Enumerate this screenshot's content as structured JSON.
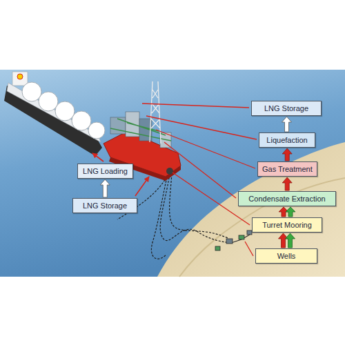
{
  "diagram": {
    "nodes": [
      {
        "text": [
          "LNG Storage"
        ]
      },
      {
        "text": [
          "Liquefaction"
        ]
      },
      {
        "text": [
          "Gas Treatment"
        ]
      },
      {
        "text": [
          "LNG Loading"
        ]
      },
      {
        "text": [
          "Condensate Extraction"
        ]
      },
      {
        "text": [
          "LNG Storage"
        ]
      },
      {
        "text": [
          "Turret Mooring"
        ]
      },
      {
        "text": [
          "Wells"
        ]
      }
    ],
    "edges": [
      {
        "from": 7,
        "to": 6,
        "arrow": "to"
      },
      {
        "from": 7,
        "to": 6,
        "arrow": "to"
      },
      {
        "from": 6,
        "to": 4,
        "arrow": "to"
      },
      {
        "from": 6,
        "to": 4,
        "arrow": "to"
      },
      {
        "from": 4,
        "to": 2,
        "arrow": "to"
      },
      {
        "from": 2,
        "to": 1,
        "arrow": "to"
      },
      {
        "from": 1,
        "to": 0,
        "arrow": "to"
      },
      {
        "from": 5,
        "to": 3,
        "arrow": "to"
      }
    ]
  }
}
